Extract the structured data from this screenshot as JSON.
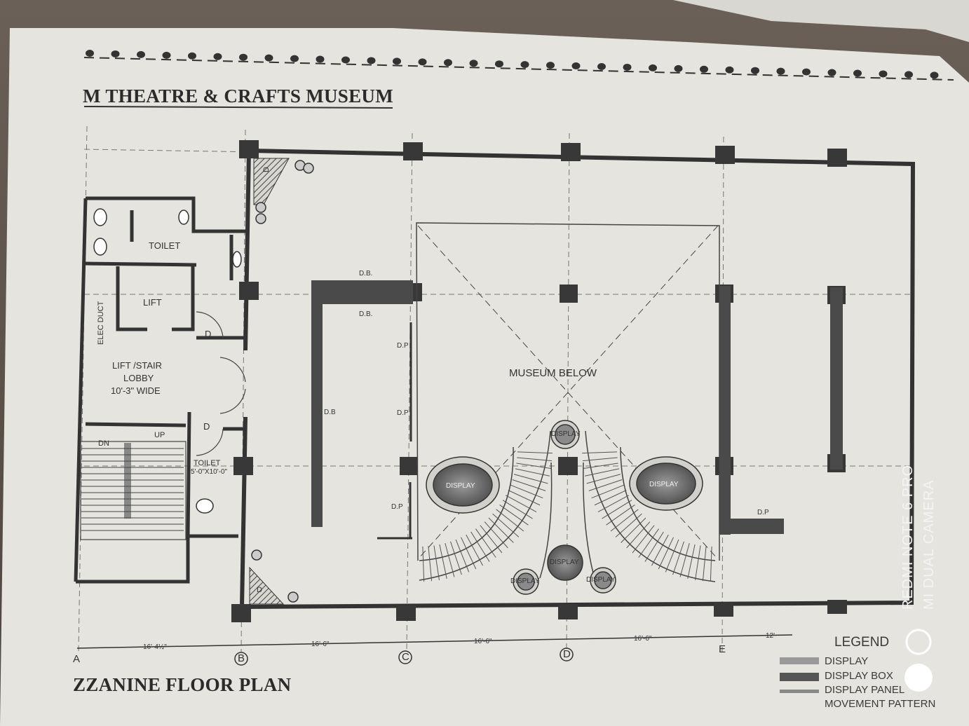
{
  "sheet": {
    "title": "M THEATRE & CRAFTS MUSEUM",
    "plan_title": "ZZANINE FLOOR PLAN"
  },
  "rooms": {
    "toilet_top": "TOILET",
    "lift": "LIFT",
    "elec_duct": "ELEC DUCT",
    "lobby_l1": "LIFT /STAIR",
    "lobby_l2": "LOBBY",
    "lobby_l3": "10'-3\" WIDE",
    "stair_dn": "DN",
    "stair_up": "UP",
    "toilet_bottom": "TOILET",
    "toilet_bottom_size": "5'-0\"X10'-0\"",
    "museum_below": "MUSEUM BELOW",
    "door": "D",
    "duct": "D"
  },
  "labels": {
    "db": "D.B.",
    "db_short": "D.B",
    "dp": "D.P",
    "display": "DISPLAY"
  },
  "dimensions": [
    "16'-4½\"",
    "16'-6\"",
    "16'-6\"",
    "16'-6\"",
    "12'"
  ],
  "grid_lines": [
    "A",
    "B",
    "C",
    "D",
    "E"
  ],
  "legend": {
    "title": "LEGEND",
    "items": [
      "DISPLAY",
      "DISPLAY BOX",
      "DISPLAY PANEL",
      "MOVEMENT PATTERN"
    ]
  },
  "watermark": {
    "line1": "REDMI NOTE 6 PRO",
    "line2": "MI DUAL CAMERA"
  },
  "colors": {
    "paper": "#e6e4df",
    "ink": "#2e2e2e",
    "column": "#3a3a3a",
    "display_fill": "#7a7a7a"
  }
}
